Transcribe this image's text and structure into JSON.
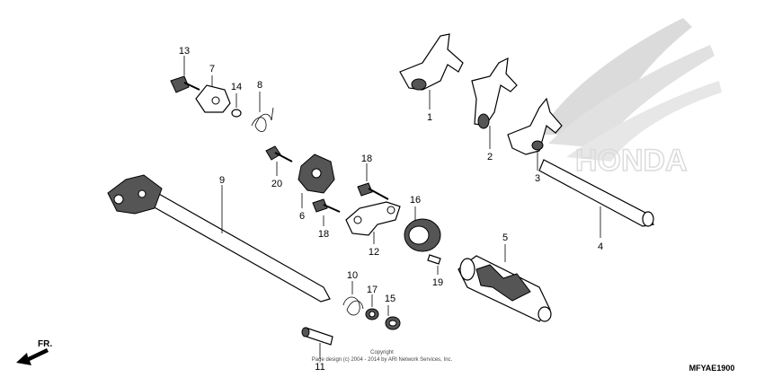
{
  "diagram": {
    "callouts": [
      "1",
      "2",
      "3",
      "4",
      "5",
      "6",
      "7",
      "8",
      "9",
      "10",
      "11",
      "12",
      "13",
      "14",
      "15",
      "16",
      "17",
      "18",
      "18",
      "19",
      "20"
    ],
    "direction_label": "FR.",
    "copyright_line1": "Copyright",
    "copyright_line2": "Page design (c) 2004 - 2014 by ARI Network Services, Inc.",
    "diagram_code": "MFYAE1900",
    "watermark_brand": "HONDA"
  }
}
